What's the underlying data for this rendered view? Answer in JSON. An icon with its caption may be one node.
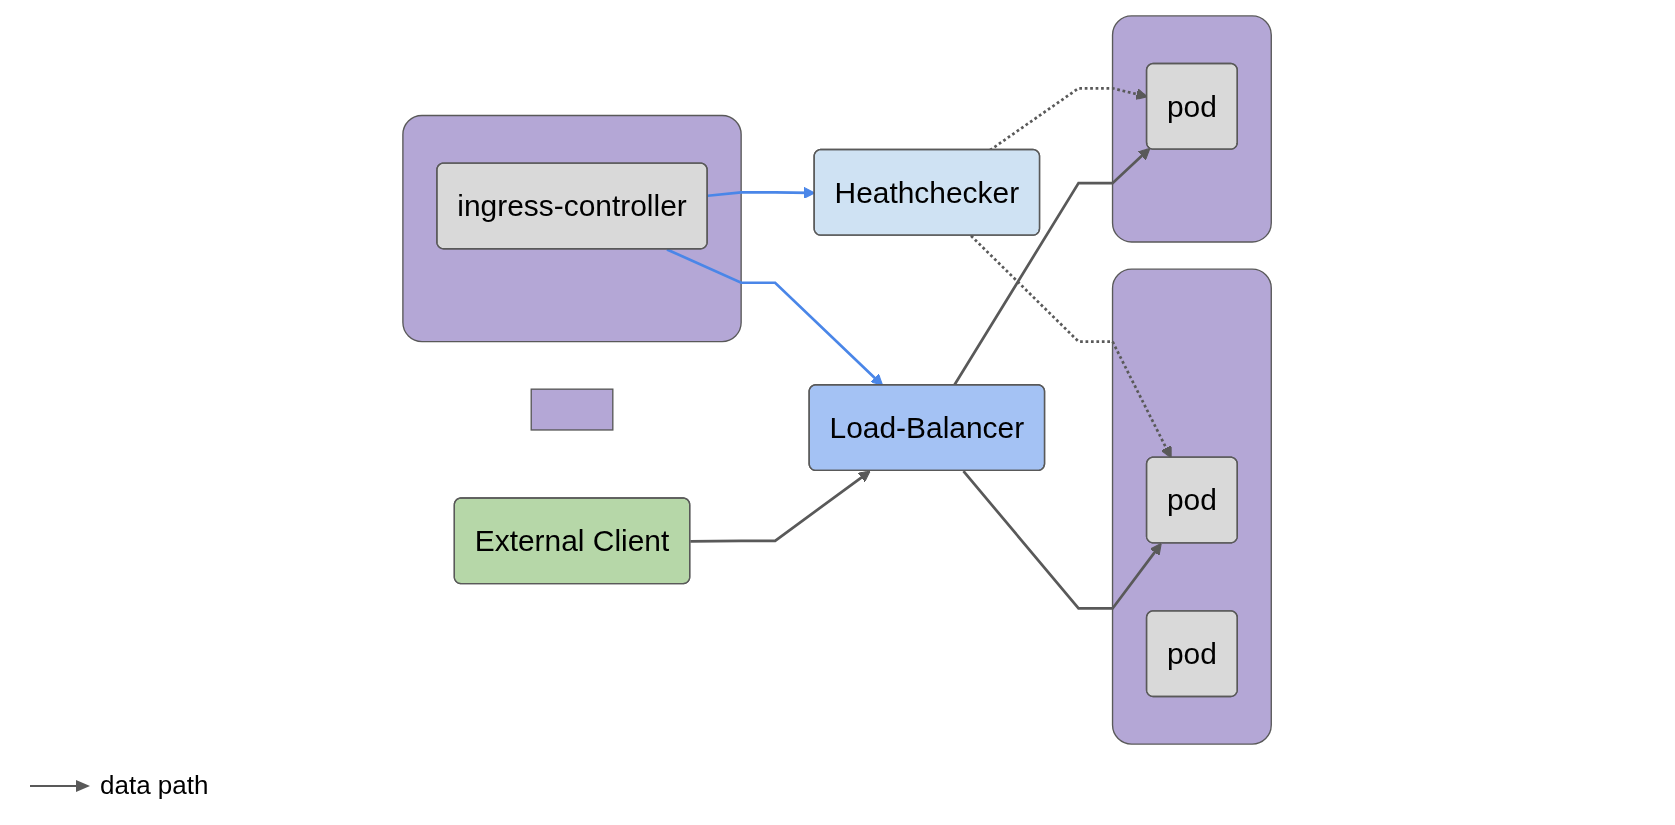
{
  "diagram": {
    "nodes": [
      {
        "text": [],
        "shape": "box"
      },
      {
        "text": [
          "ingress-controller"
        ],
        "in": 0
      },
      {
        "text": [
          "Heathchecker"
        ]
      },
      {
        "text": [
          "External Client"
        ]
      },
      {
        "text": [
          "Load-Balancer"
        ]
      },
      {
        "text": [],
        "shape": "box"
      },
      {
        "text": [
          "pod"
        ],
        "in": 5
      },
      {
        "text": [
          "pod"
        ],
        "in": 5
      },
      {
        "text": [],
        "shape": "box"
      },
      {
        "text": [
          "pod"
        ],
        "in": 8
      },
      {
        "text": [],
        "shape": "box"
      }
    ],
    "edges": [
      {
        "from": 1,
        "to": 2,
        "arrow": "to",
        "color": "#4a86e8"
      },
      {
        "from": 1,
        "to": 4,
        "arrow": "to",
        "color": "#4a86e8"
      },
      {
        "from": 3,
        "to": 4,
        "arrow": "to"
      },
      {
        "from": 2,
        "to": 6,
        "arrow": "to",
        "style": "dashed"
      },
      {
        "from": 2,
        "to": 9,
        "arrow": "to",
        "style": "dashed"
      },
      {
        "from": 4,
        "to": 6,
        "arrow": "to"
      },
      {
        "from": 4,
        "to": 9,
        "arrow": "to"
      }
    ],
    "legend": [
      {
        "text": "data path"
      }
    ]
  }
}
